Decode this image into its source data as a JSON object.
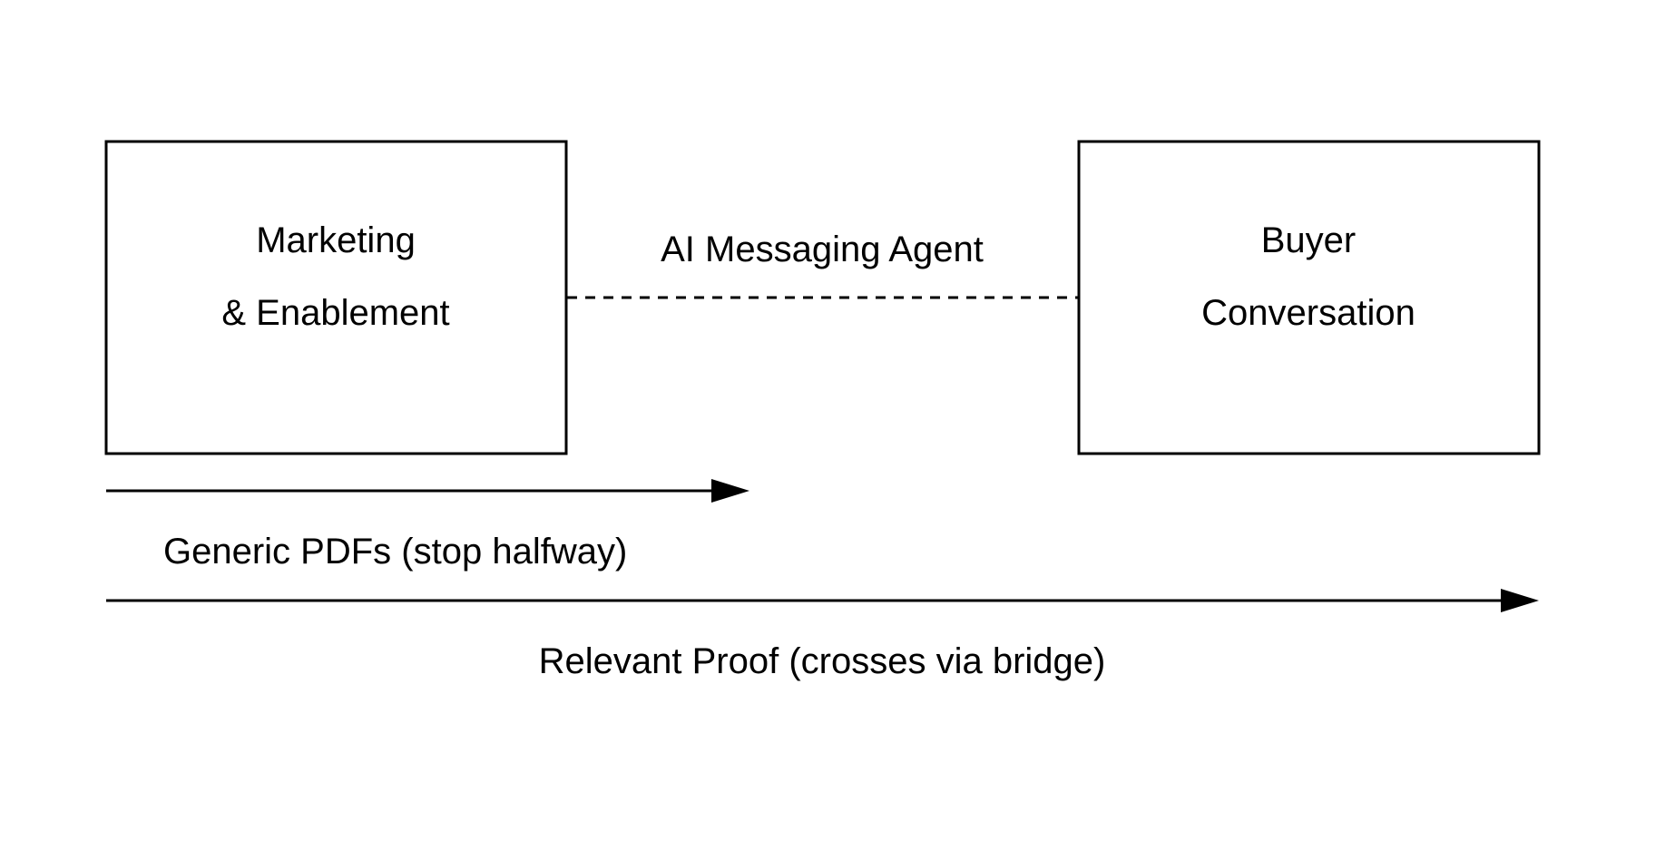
{
  "diagram": {
    "left_box": {
      "line1": "Marketing",
      "line2": "& Enablement"
    },
    "right_box": {
      "line1": "Buyer",
      "line2": "Conversation"
    },
    "bridge": {
      "label": "AI Messaging Agent",
      "style": "dashed"
    },
    "generic_arrow": {
      "label": "Generic PDFs (stop halfway)"
    },
    "proof_arrow": {
      "label": "Relevant Proof (crosses via bridge)"
    }
  }
}
